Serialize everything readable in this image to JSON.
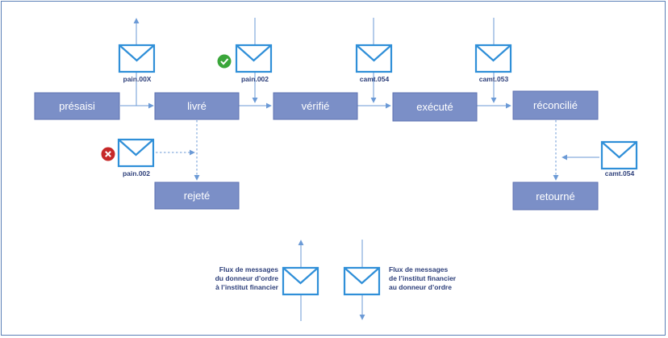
{
  "states": {
    "presaisi": "présaisi",
    "livre": "livré",
    "verifie": "vérifié",
    "execute": "exécuté",
    "reconcilie": "réconcilié",
    "rejete": "rejeté",
    "retourne": "retourné"
  },
  "messages": {
    "pain00x": "pain.00X",
    "pain002_ok": "pain.002",
    "camt054_a": "camt.054",
    "camt053": "camt.053",
    "pain002_err": "pain.002",
    "camt054_b": "camt.054"
  },
  "status_icons": {
    "success": "check-icon",
    "error": "cross-icon",
    "success_color": "#3aa63a",
    "error_color": "#c62828"
  },
  "legend": {
    "outgoing": [
      "Flux de messages",
      "du donneur d’ordre",
      "à l’institut financier"
    ],
    "incoming": [
      "Flux de messages",
      "de l’institut financier",
      "au donneur d’ordre"
    ]
  },
  "colors": {
    "state_fill": "#7b8fc7",
    "envelope": "#2f8fd8",
    "arrow": "#6b9ad6",
    "label": "#2d3f7a"
  }
}
